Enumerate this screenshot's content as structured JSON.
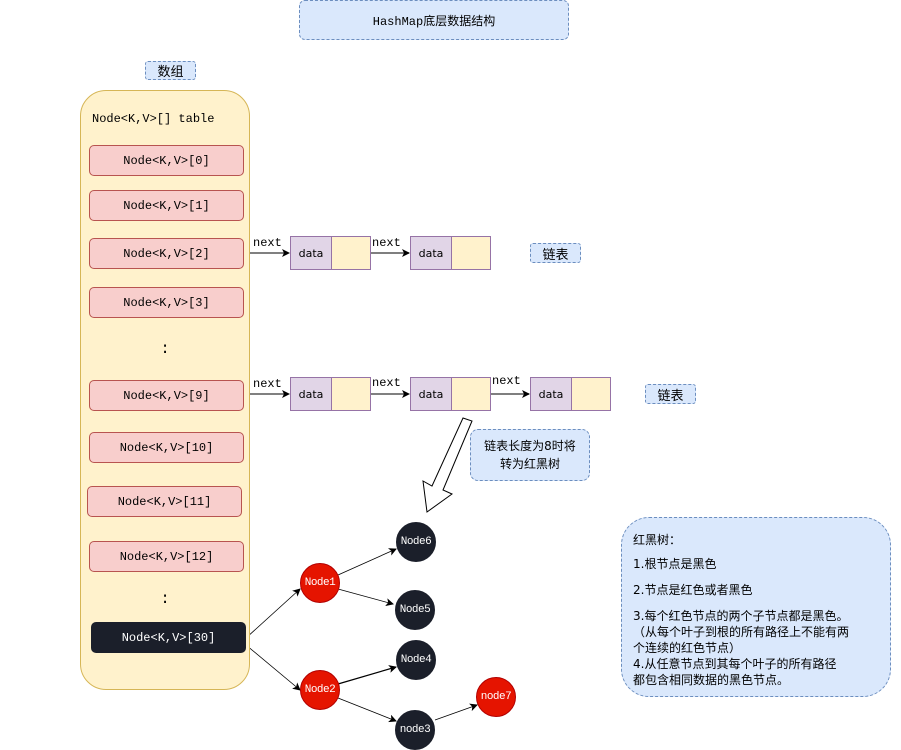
{
  "title": "HashMap底层数据结构",
  "array": {
    "tag": "数组",
    "header": "Node<K,V>[] table",
    "slots": [
      {
        "label": "Node<K,V>[0]"
      },
      {
        "label": "Node<K,V>[1]"
      },
      {
        "label": "Node<K,V>[2]"
      },
      {
        "label": "Node<K,V>[3]"
      },
      {
        "label": "Node<K,V>[9]"
      },
      {
        "label": "Node<K,V>[10]"
      },
      {
        "label": "Node<K,V>[11]"
      },
      {
        "label": "Node<K,V>[12]"
      },
      {
        "label": "Node<K,V>[30]"
      }
    ],
    "ellipsis": ":"
  },
  "linked_lists": [
    {
      "tag": "链表",
      "from_slot": "Node<K,V>[2]",
      "nodes": [
        "data",
        "data"
      ],
      "edge_label": "next"
    },
    {
      "tag": "链表",
      "from_slot": "Node<K,V>[9]",
      "nodes": [
        "data",
        "data",
        "data"
      ],
      "edge_label": "next"
    }
  ],
  "conversion_note": {
    "line1": "链表长度为8时将",
    "line2": "转为红黑树"
  },
  "tree": {
    "from_slot": "Node<K,V>[30]",
    "nodes": [
      {
        "id": "Node1",
        "label": "Node1",
        "color": "red"
      },
      {
        "id": "Node2",
        "label": "Node2",
        "color": "red"
      },
      {
        "id": "Node6",
        "label": "Node6",
        "color": "black"
      },
      {
        "id": "Node5",
        "label": "Node5",
        "color": "black"
      },
      {
        "id": "Node4",
        "label": "Node4",
        "color": "black"
      },
      {
        "id": "node3",
        "label": "node3",
        "color": "black"
      },
      {
        "id": "node7",
        "label": "node7",
        "color": "red"
      }
    ],
    "edges": [
      [
        "Node<K,V>[30]",
        "Node1"
      ],
      [
        "Node<K,V>[30]",
        "Node2"
      ],
      [
        "Node1",
        "Node6"
      ],
      [
        "Node1",
        "Node5"
      ],
      [
        "Node2",
        "Node4"
      ],
      [
        "Node2",
        "node3"
      ],
      [
        "node3",
        "node7"
      ]
    ]
  },
  "rb_rules": {
    "heading": "红黑树：",
    "rule1": "1.根节点是黑色",
    "rule2": "2.节点是红色或者黑色",
    "rule3a": "3.每个红色节点的两个子节点都是黑色。",
    "rule3b": "（从每个叶子到根的所有路径上不能有两",
    "rule3c": "个连续的红色节点）",
    "rule4a": "4.从任意节点到其每个叶子的所有路径",
    "rule4b": "都包含相同数据的黑色节点。"
  },
  "colors": {
    "red_node": "#e51400",
    "black_node": "#1b1f2a",
    "slot_fill": "#f8cecc",
    "panel_fill": "#fff2cc",
    "note_fill": "#dae8fc",
    "data_fill": "#e1d5e7"
  }
}
